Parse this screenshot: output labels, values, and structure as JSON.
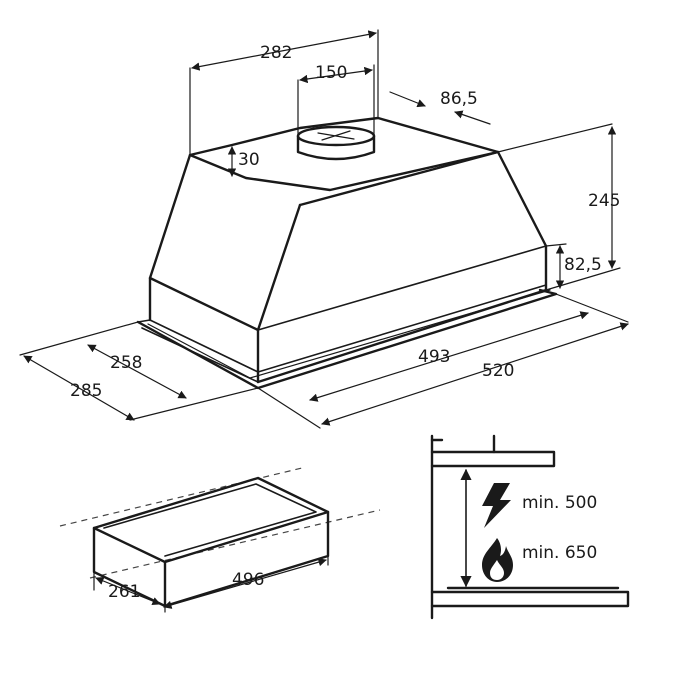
{
  "hood_dimensions": {
    "top_width": "282",
    "outlet_diameter": "150",
    "outlet_offset": "86,5",
    "top_height": "30",
    "total_height": "245",
    "front_height": "82,5",
    "inner_depth": "258",
    "outer_depth": "285",
    "inner_width": "493",
    "outer_width": "520"
  },
  "cutout": {
    "depth": "261",
    "width": "496"
  },
  "clearance": {
    "electric_label": "min. 500",
    "gas_label": "min. 650",
    "electric_icon": "lightning-icon",
    "gas_icon": "flame-icon"
  }
}
